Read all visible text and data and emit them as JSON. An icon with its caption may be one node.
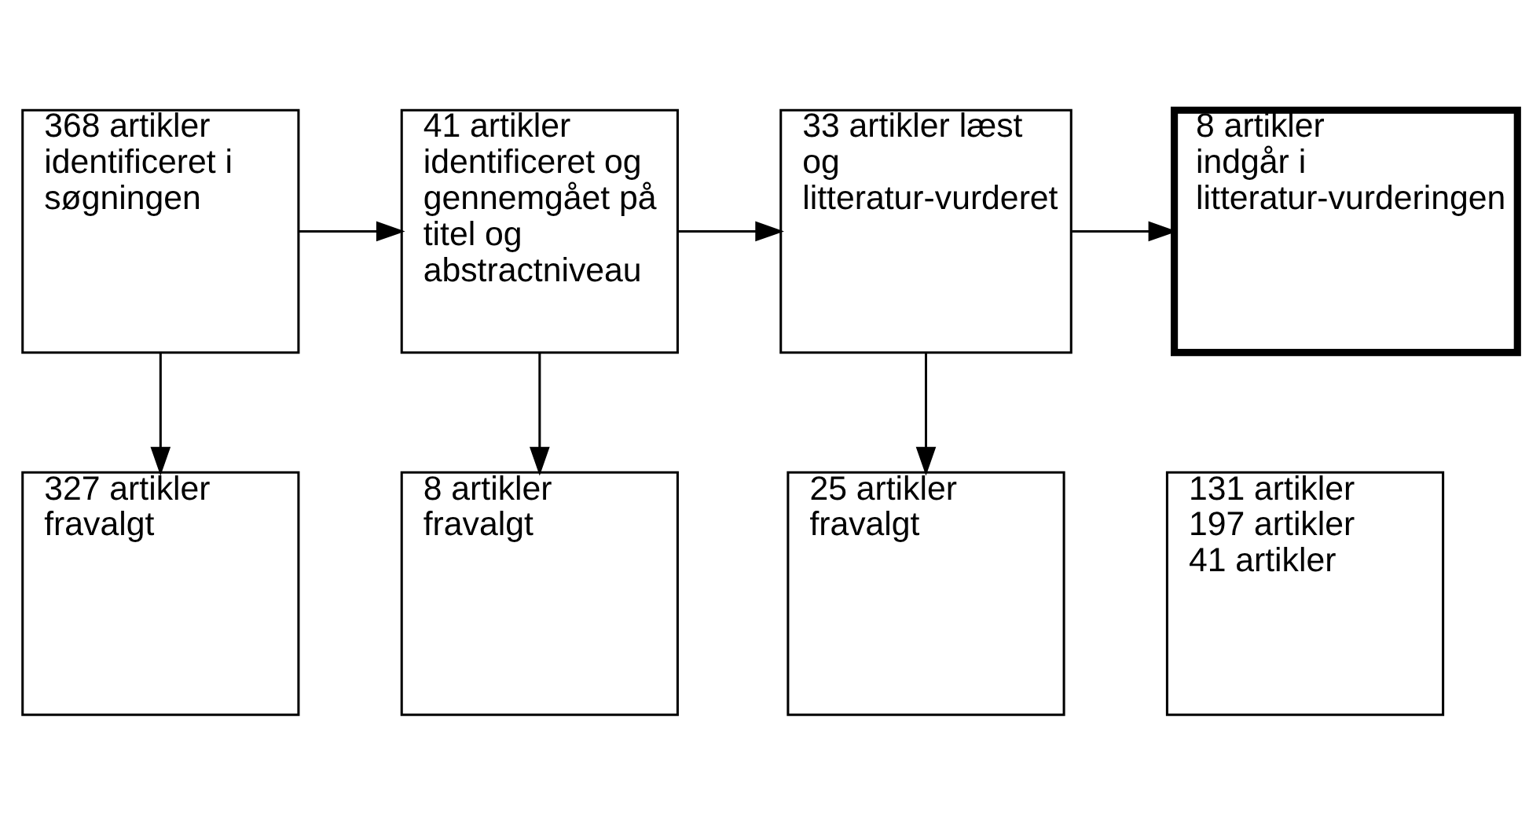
{
  "diagram": {
    "nodes": [
      {
        "text": [
          "368 artikler identificeret i søgningen"
        ]
      },
      {
        "text": [
          "131 artikler",
          "197 artikler",
          "41 artikler"
        ]
      },
      {
        "text": [
          "41 artikler identificeret og gennemgået på titel og abstractniveau"
        ]
      },
      {
        "text": [
          "33 artikler læst og litteratur-vurderet"
        ]
      },
      {
        "text": [
          "8 artikler indgår i litteratur-vurderingen"
        ]
      },
      {
        "text": [
          "327 artikler fravalgt"
        ]
      },
      {
        "text": [
          "8 artikler fravalgt"
        ]
      },
      {
        "text": [
          "25 artikler fravalgt"
        ]
      }
    ],
    "edges": [
      {
        "from": 0,
        "to": 2,
        "arrow": "to"
      },
      {
        "from": 2,
        "to": 3,
        "arrow": "to"
      },
      {
        "from": 3,
        "to": 4,
        "arrow": "to"
      },
      {
        "from": 0,
        "to": 5,
        "arrow": "to"
      },
      {
        "from": 2,
        "to": 6,
        "arrow": "to"
      },
      {
        "from": 3,
        "to": 7,
        "arrow": "to"
      }
    ]
  }
}
